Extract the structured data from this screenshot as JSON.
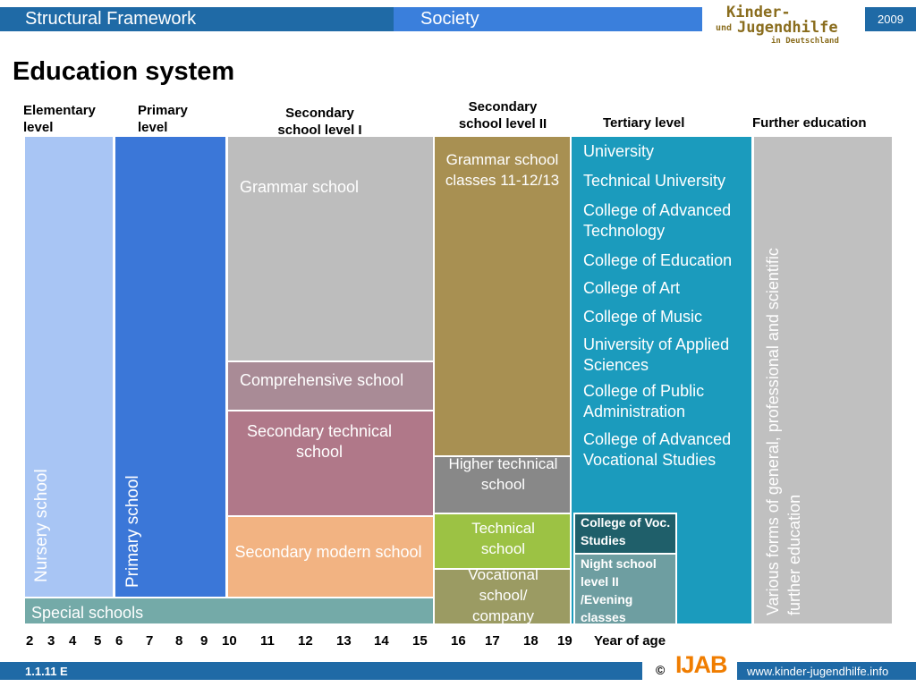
{
  "header": {
    "framework": "Structural Framework",
    "society": "Society",
    "year": "2009",
    "logo": {
      "line1": "Kinder-",
      "und": "und",
      "line2": "Jugendhilfe",
      "line3": "in Deutschland"
    }
  },
  "title": "Education system",
  "columns": {
    "elementary": "Elementary\nlevel",
    "primary": "Primary\nlevel",
    "secondary1": "Secondary\nschool level I",
    "secondary2": "Secondary\nschool level II",
    "tertiary": "Tertiary level",
    "further": "Further education"
  },
  "boxes": {
    "nursery": "Nursery school",
    "primary_school": "Primary school",
    "grammar": "Grammar school",
    "comprehensive": "Comprehensive school",
    "sec_technical": "Secondary technical school",
    "sec_modern": "Secondary modern school",
    "special": "Special schools",
    "grammar_upper": "Grammar school classes 11-12/13",
    "higher_technical": "Higher technical school",
    "technical": "Technical school",
    "vocational": "Vocational school/ company",
    "tertiary_list": [
      "University",
      "Technical University",
      "College of Advanced Technology",
      "College of Education",
      "College of Art",
      "College of Music",
      "University of Applied Sciences",
      "College of Public Administration",
      "College of Advanced Vocational Studies"
    ],
    "voc_studies": "College of Voc. Studies",
    "night_school": "Night school level II /Evening classes",
    "further": "Various forms of general, professional and scientific further education"
  },
  "ages": [
    "2",
    "3",
    "4",
    "5",
    "6",
    "7",
    "8",
    "9",
    "10",
    "11",
    "12",
    "13",
    "14",
    "15",
    "16",
    "17",
    "18",
    "19"
  ],
  "age_label": "Year of age",
  "footer": {
    "code": "1.1.11 E",
    "copyright": "©",
    "ijab": "IJAB",
    "url": "www.kinder-jugendhilfe.info"
  },
  "colors": {
    "header_blue": "#1f6aa6",
    "society_blue": "#3a7fdc",
    "nursery": "#a8c5f4",
    "primary": "#3b77d8",
    "grammar": "#bdbdbd",
    "comprehensive": "#a98b96",
    "sec_technical": "#b07889",
    "sec_modern": "#f2b382",
    "special": "#74aaa8",
    "upper_grammar": "#a89052",
    "higher_technical": "#888888",
    "technical": "#9cc244",
    "vocational": "#9b9b63",
    "tertiary": "#1b9bbd",
    "voc_studies": "#1f5f6a",
    "night": "#6e9ea1",
    "further": "#c0c0c0"
  }
}
